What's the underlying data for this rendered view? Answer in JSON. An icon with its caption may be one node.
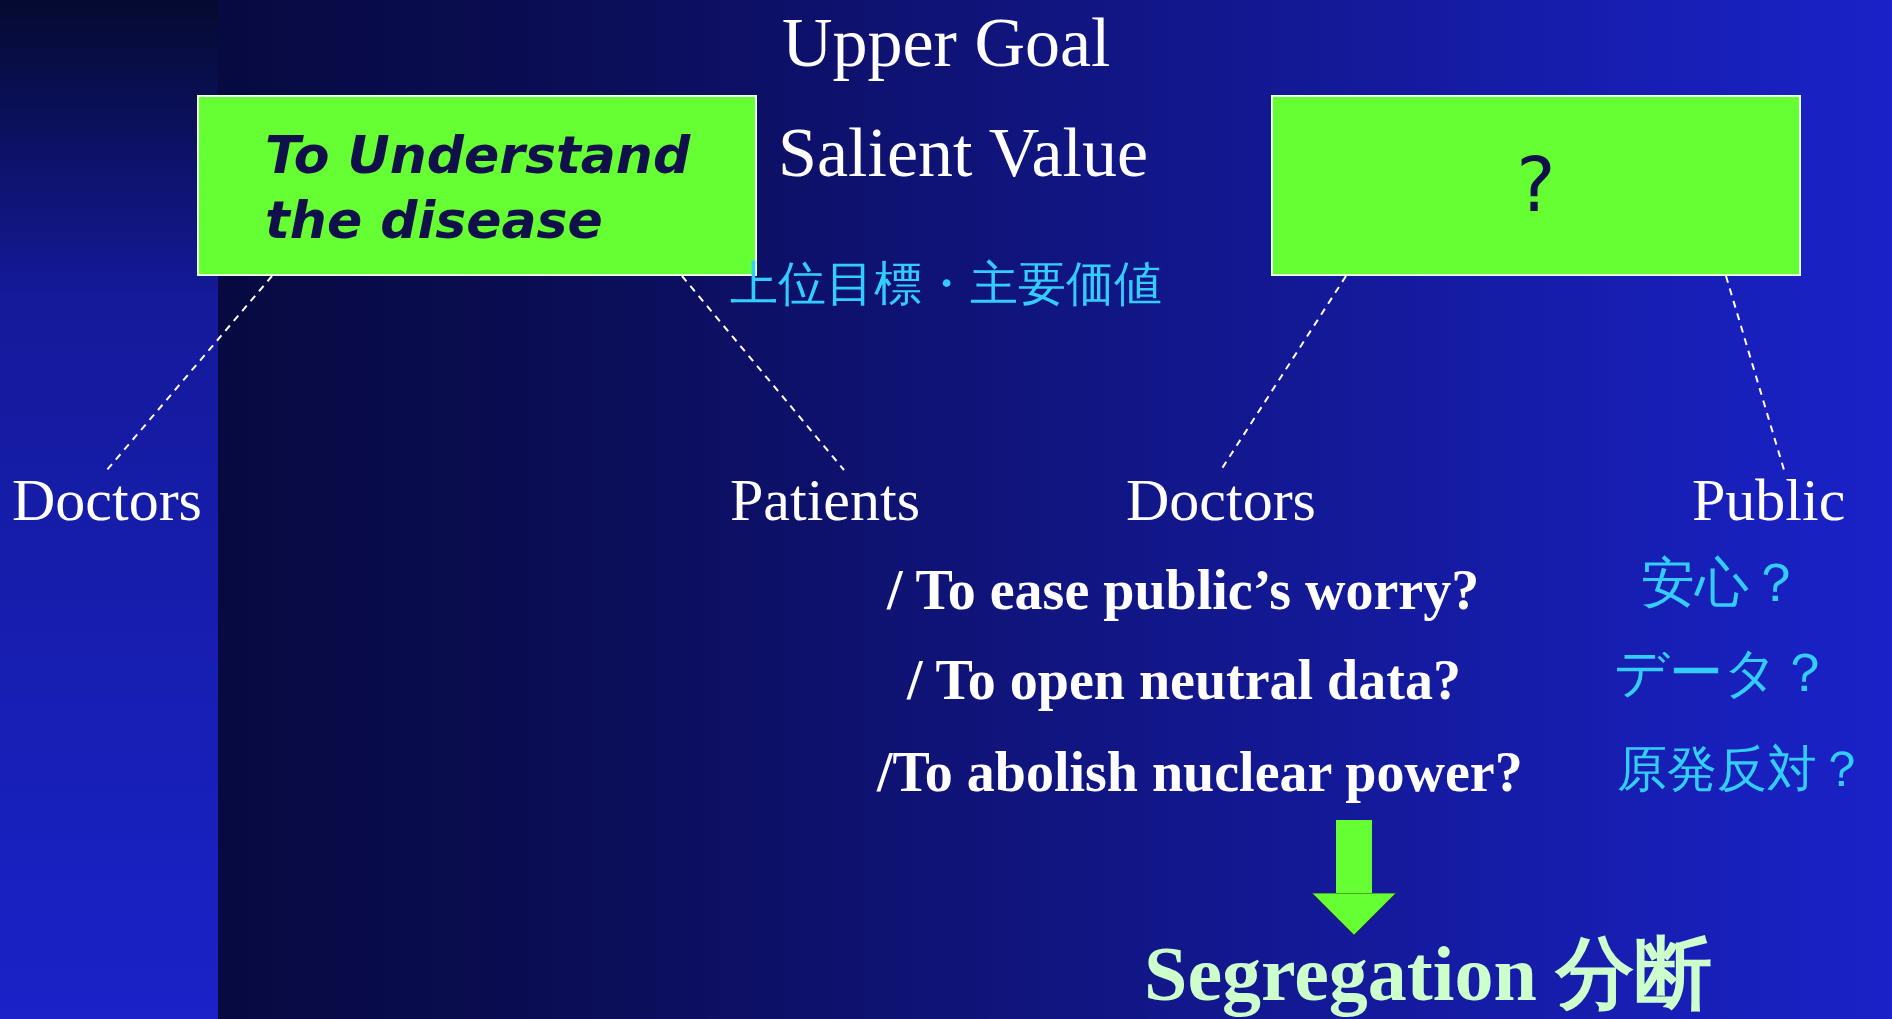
{
  "diagram": {
    "nodes": [
      {
        "text": [
          "To Understand the disease"
        ]
      },
      {
        "text": [
          "?"
        ]
      },
      {
        "text": [
          "Doctors"
        ]
      },
      {
        "text": [
          "Patients"
        ]
      },
      {
        "text": [
          "Doctors"
        ]
      },
      {
        "text": [
          "Public"
        ]
      },
      {
        "text": [
          "Segregation 分断"
        ]
      }
    ],
    "edges": [
      {
        "from": 0,
        "to": 2,
        "arrow": "none",
        "style": "dashed"
      },
      {
        "from": 0,
        "to": 3,
        "arrow": "none",
        "style": "dashed"
      },
      {
        "from": 1,
        "to": 4,
        "arrow": "none",
        "style": "dashed"
      },
      {
        "from": 1,
        "to": 5,
        "arrow": "none",
        "style": "dashed"
      },
      {
        "from": null,
        "to": 6,
        "arrow": "to",
        "style": "thick",
        "color": "#66ff33"
      }
    ],
    "labels": [
      "Upper Goal",
      "Salient Value",
      "上位目標・主要価値",
      "/ To ease public’s worry?",
      "安心？",
      "/ To open neutral data?",
      "データ？",
      "/To abolish nuclear power?",
      "原発反対？"
    ]
  }
}
